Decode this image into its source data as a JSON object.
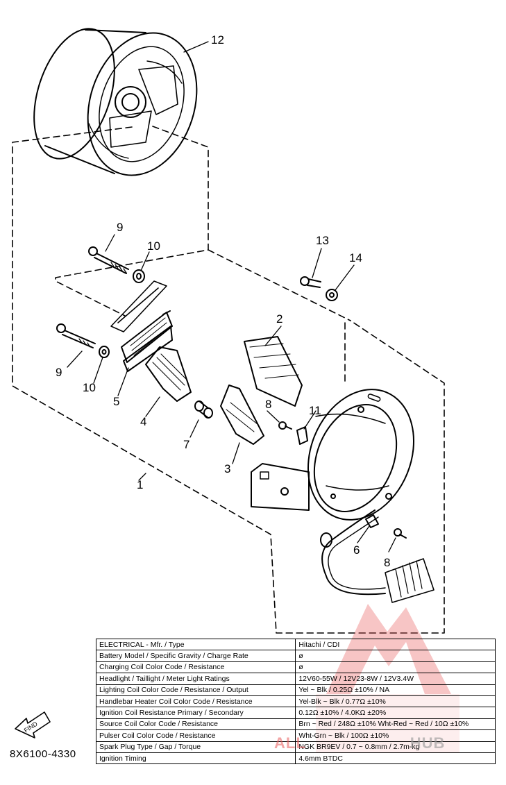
{
  "document": {
    "code": "8X6100-4330",
    "find_arrow": "FIND"
  },
  "callouts": [
    "12",
    "9",
    "10",
    "13",
    "14",
    "2",
    "9",
    "10",
    "5",
    "4",
    "8",
    "11",
    "7",
    "3",
    "1",
    "6",
    "8"
  ],
  "spec_table": {
    "rows": [
      {
        "label": "ELECTRICAL - Mfr. / Type",
        "value": "Hitachi / CDI"
      },
      {
        "label": "Battery Model / Specific Gravity / Charge Rate",
        "value": "ø"
      },
      {
        "label": "Charging Coil Color Code / Resistance",
        "value": "ø"
      },
      {
        "label": "Headlight / Taillight / Meter Light Ratings",
        "value": "12V60-55W / 12V23-8W / 12V3.4W"
      },
      {
        "label": "Lighting Coil Color Code / Resistance / Output",
        "value": "Yel ~ Blk / 0.25Ω ±10% / NA"
      },
      {
        "label": "Handlebar Heater Coil Color Code / Resistance",
        "value": "Yel-Blk ~ Blk / 0.77Ω ±10%"
      },
      {
        "label": "Ignition Coil Resistance Primary / Secondary",
        "value": "0.12Ω ±10% / 4.0KΩ ±20%"
      },
      {
        "label": "Source Coil Color Code / Resistance",
        "value": "Brn ~ Red / 248Ω ±10% Wht-Red ~ Red / 10Ω ±10%"
      },
      {
        "label": "Pulser Coil Color Code / Resistance",
        "value": "Wht-Grn ~ Blk / 100Ω ±10%"
      },
      {
        "label": "Spark Plug Type / Gap / Torque",
        "value": "NGK BR9EV / 0.7 ~ 0.8mm / 2.7m-kg"
      },
      {
        "label": "Ignition Timing",
        "value": "4.6mm BTDC"
      }
    ]
  },
  "watermark": {
    "text_a": "ALL",
    "text_b": "HUB",
    "color": "#e85a5a"
  }
}
